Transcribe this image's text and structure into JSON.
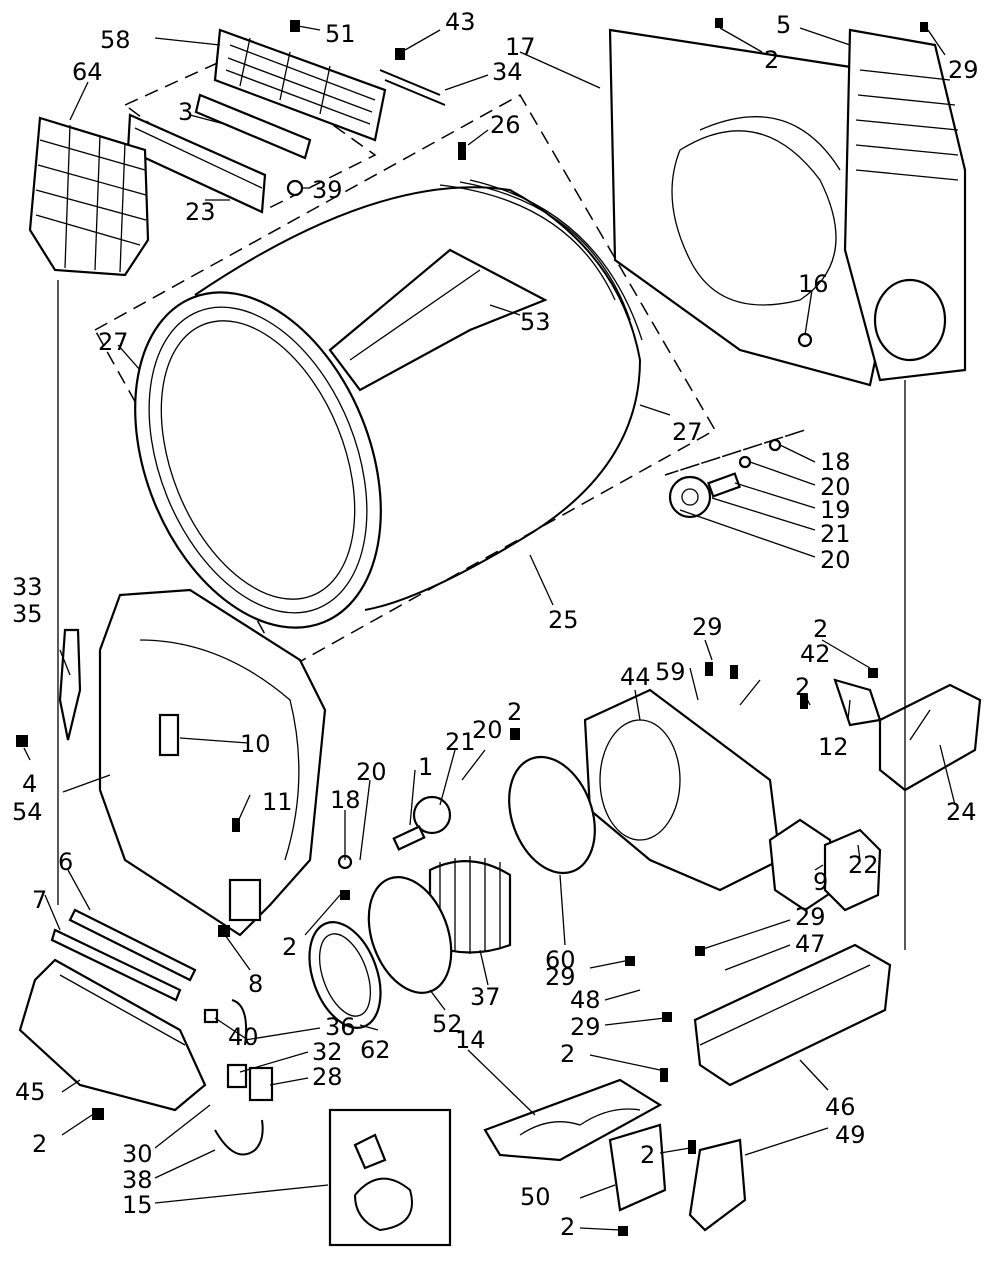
{
  "labels": [
    "58",
    "51",
    "43",
    "34",
    "64",
    "3",
    "39",
    "23",
    "26",
    "17",
    "2",
    "5",
    "29",
    "16",
    "53",
    "27",
    "27",
    "18",
    "20",
    "19",
    "21",
    "20",
    "25",
    "33",
    "35",
    "10",
    "4",
    "54",
    "11",
    "29",
    "2",
    "42",
    "59",
    "44",
    "2",
    "12",
    "2",
    "24",
    "21",
    "20",
    "1",
    "20",
    "18",
    "9",
    "22",
    "6",
    "7",
    "2",
    "8",
    "60",
    "37",
    "52",
    "62",
    "36",
    "40",
    "32",
    "28",
    "29",
    "47",
    "29",
    "48",
    "29",
    "2",
    "14",
    "46",
    "49",
    "45",
    "2",
    "30",
    "38",
    "15",
    "2",
    "50",
    "2"
  ]
}
